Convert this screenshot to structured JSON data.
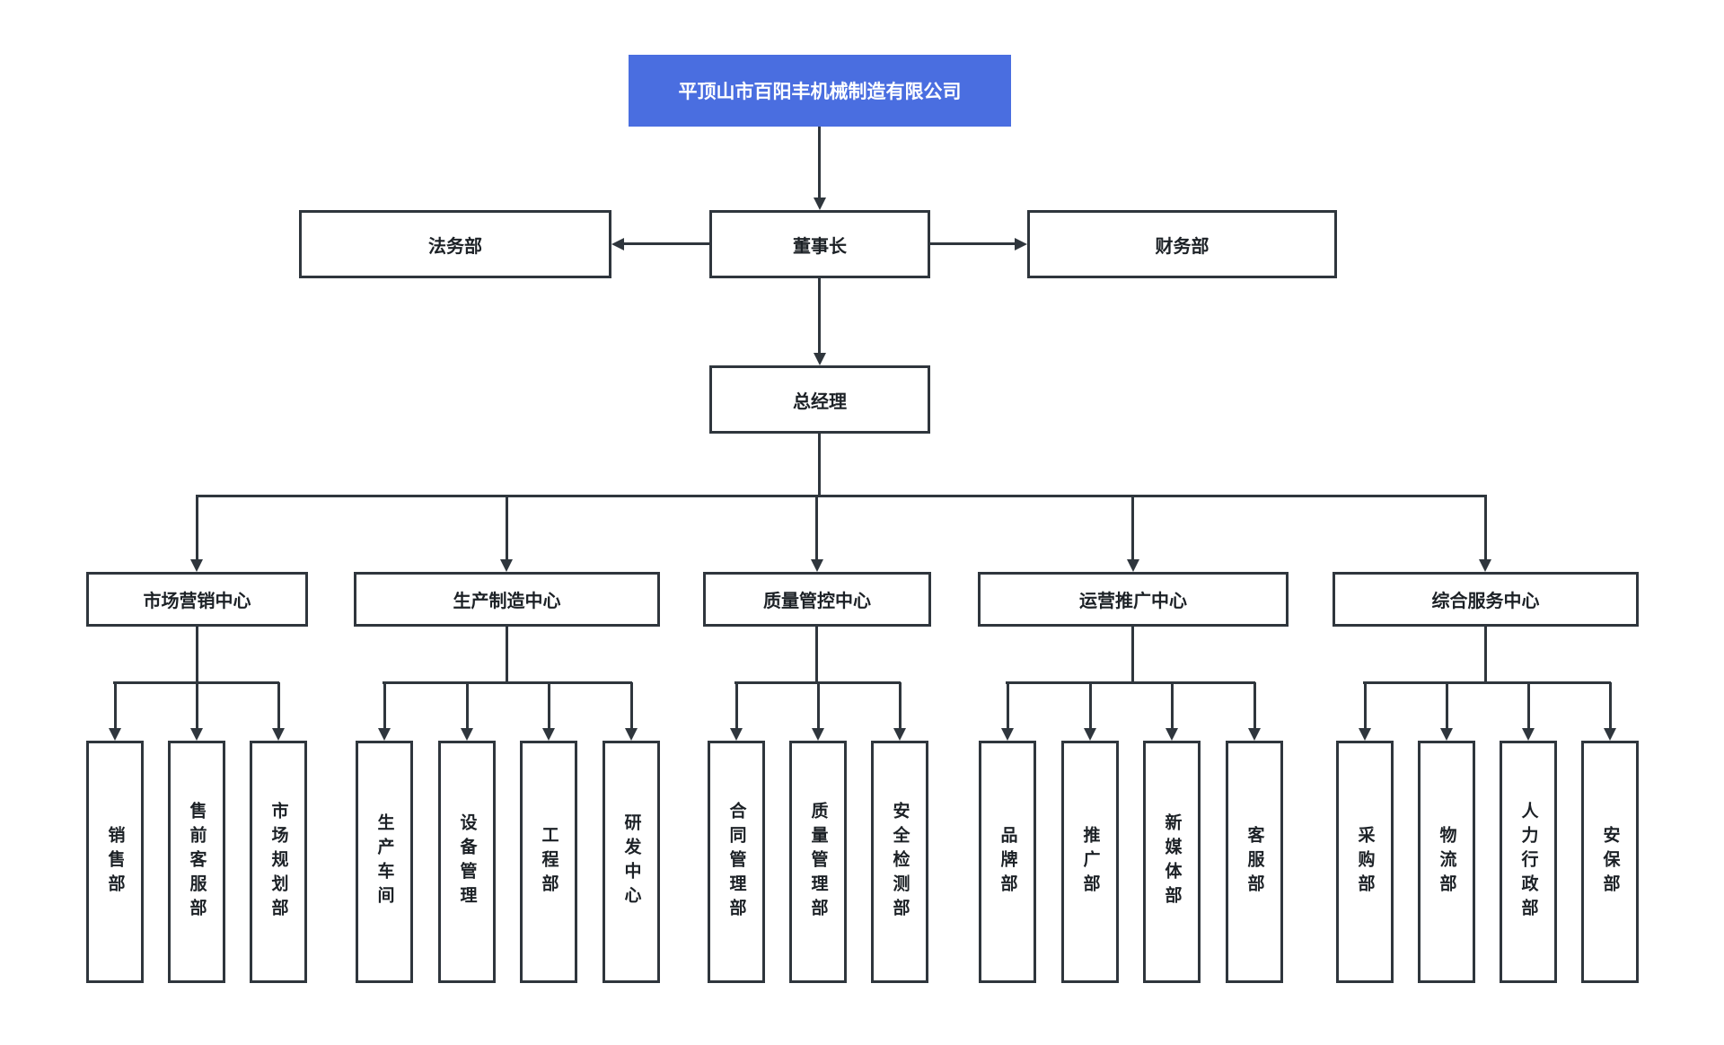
{
  "title": "平顶山市百阳丰机械制造有限公司",
  "colors": {
    "accent": "#4a6ee0",
    "accent_text": "#ffffff",
    "border": "#2f363d",
    "line": "#2f363d",
    "text": "#1c2126",
    "background": "#ffffff"
  },
  "nodes": {
    "chairman": "董事长",
    "legal": "法务部",
    "finance": "财务部",
    "general_manager": "总经理"
  },
  "centers": [
    {
      "label": "市场营销中心",
      "children": [
        "销售部",
        "售前客服部",
        "市场规划部"
      ]
    },
    {
      "label": "生产制造中心",
      "children": [
        "生产车间",
        "设备管理",
        "工程部",
        "研发中心"
      ]
    },
    {
      "label": "质量管控中心",
      "children": [
        "合同管理部",
        "质量管理部",
        "安全检测部"
      ]
    },
    {
      "label": "运营推广中心",
      "children": [
        "品牌部",
        "推广部",
        "新媒体部",
        "客服部"
      ]
    },
    {
      "label": "综合服务中心",
      "children": [
        "采购部",
        "物流部",
        "人力行政部",
        "安保部"
      ]
    }
  ]
}
